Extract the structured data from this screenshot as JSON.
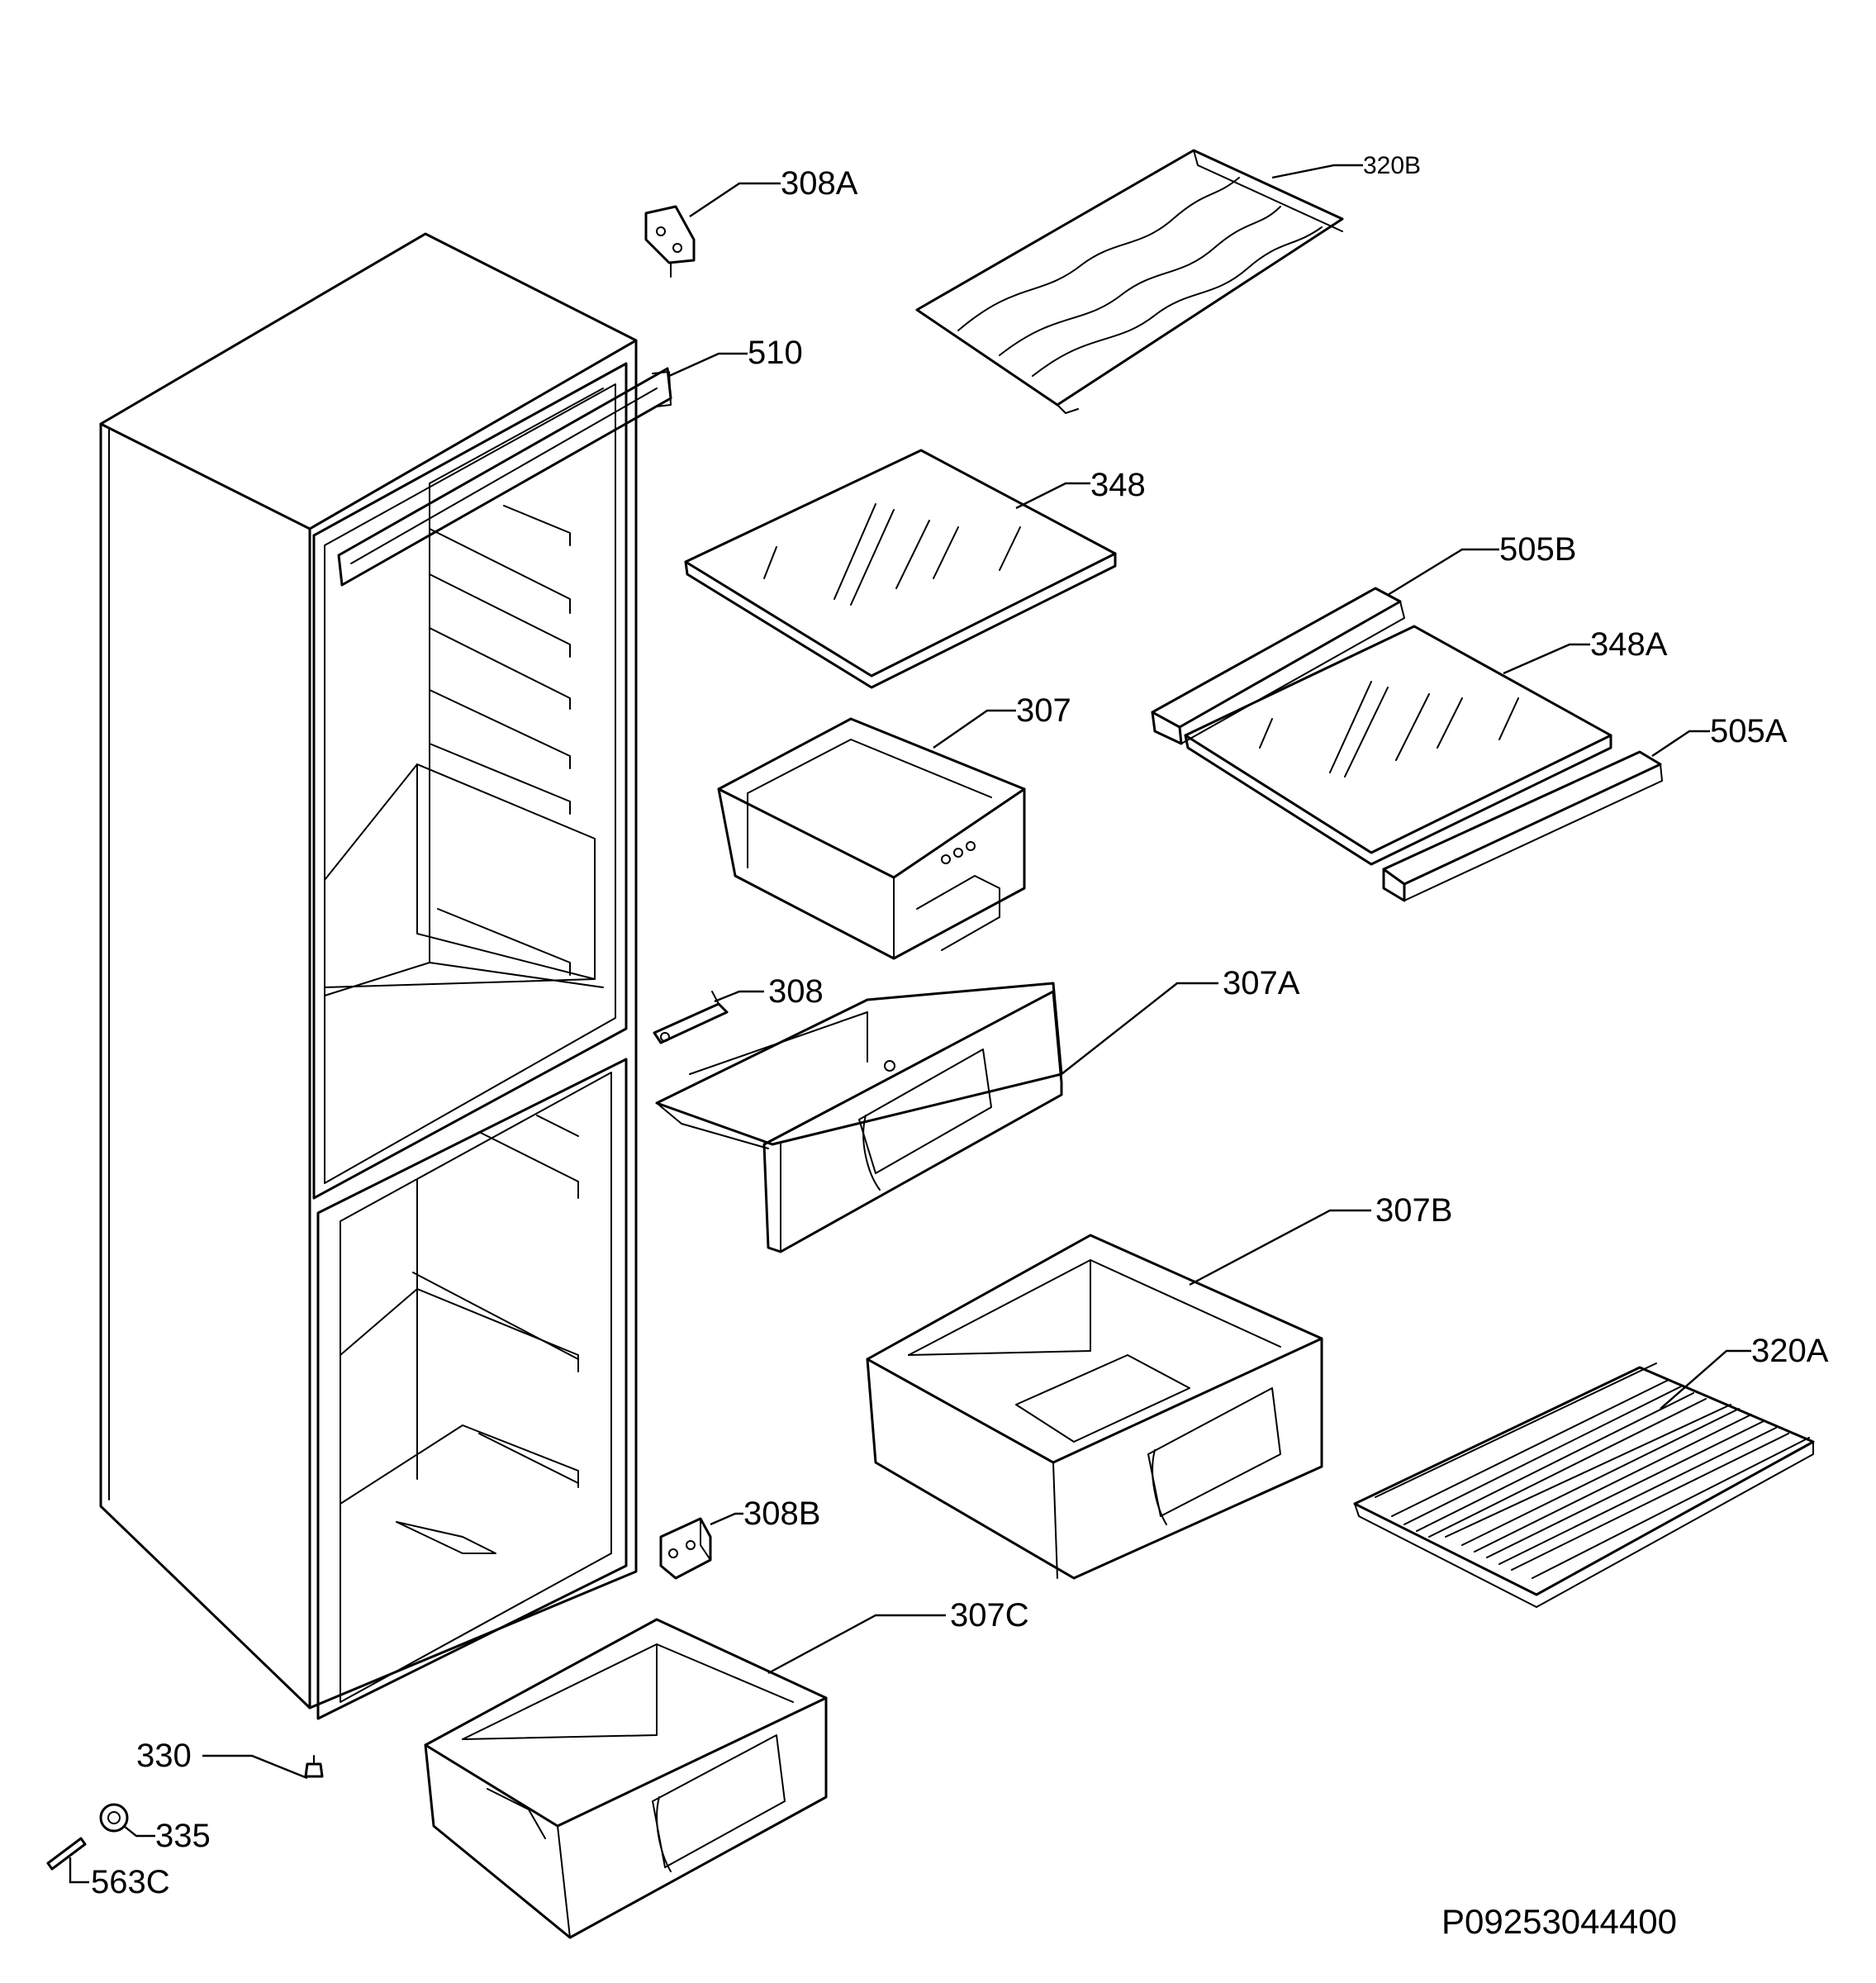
{
  "labels": {
    "p308A": "308A",
    "p320B": "320B",
    "p510": "510",
    "p348": "348",
    "p505B": "505B",
    "p348A": "348A",
    "p307": "307",
    "p505A": "505A",
    "p308": "308",
    "p307A": "307A",
    "p307B": "307B",
    "p320A": "320A",
    "p308B": "308B",
    "p307C": "307C",
    "p330": "330",
    "p335": "335",
    "p563C": "563C"
  },
  "drawing_number": "P09253044400"
}
